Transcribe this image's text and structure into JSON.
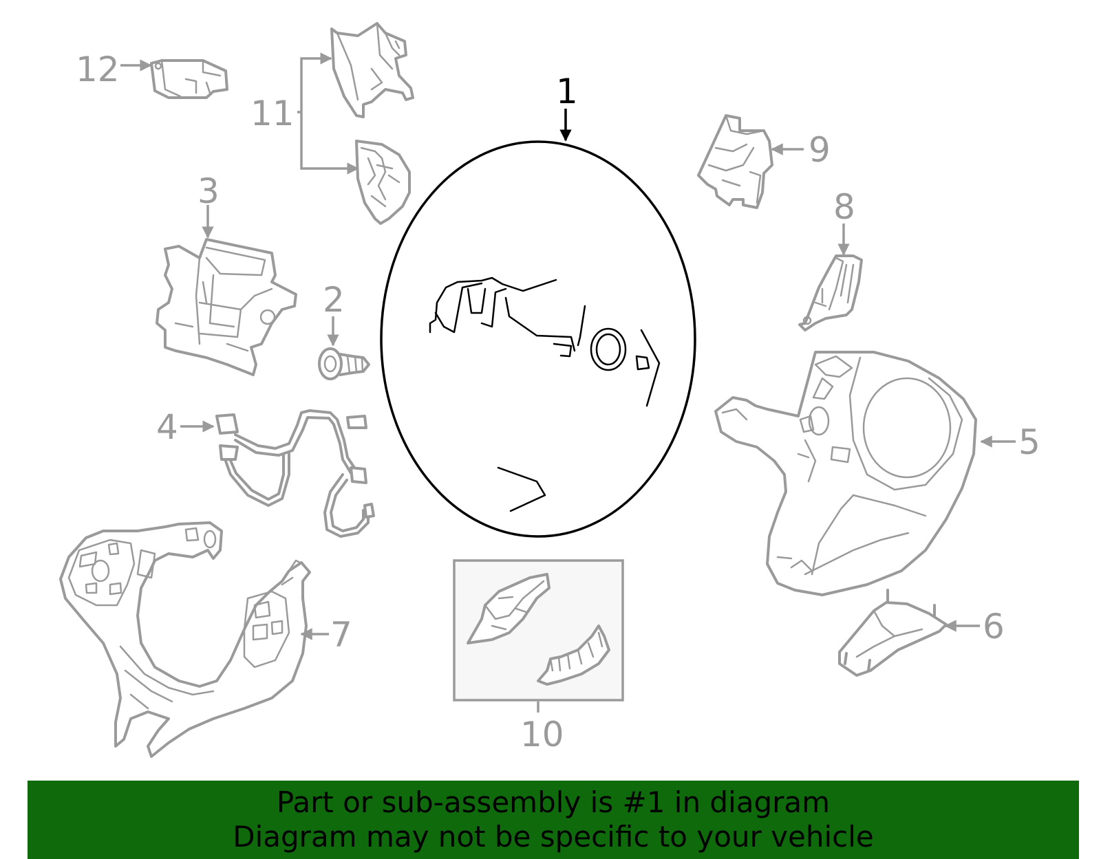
{
  "callouts": {
    "c1": "1",
    "c2": "2",
    "c3": "3",
    "c4": "4",
    "c5": "5",
    "c6": "6",
    "c7": "7",
    "c8": "8",
    "c9": "9",
    "c10": "10",
    "c11": "11",
    "c12": "12"
  },
  "banner": {
    "line1": "Part or sub-assembly is #1 in diagram",
    "line2": "Diagram may not be specific to your vehicle"
  },
  "colors": {
    "banner_background": "#0f6a0c",
    "highlight_part": "#000000",
    "other_parts": "#9a9a9a"
  }
}
